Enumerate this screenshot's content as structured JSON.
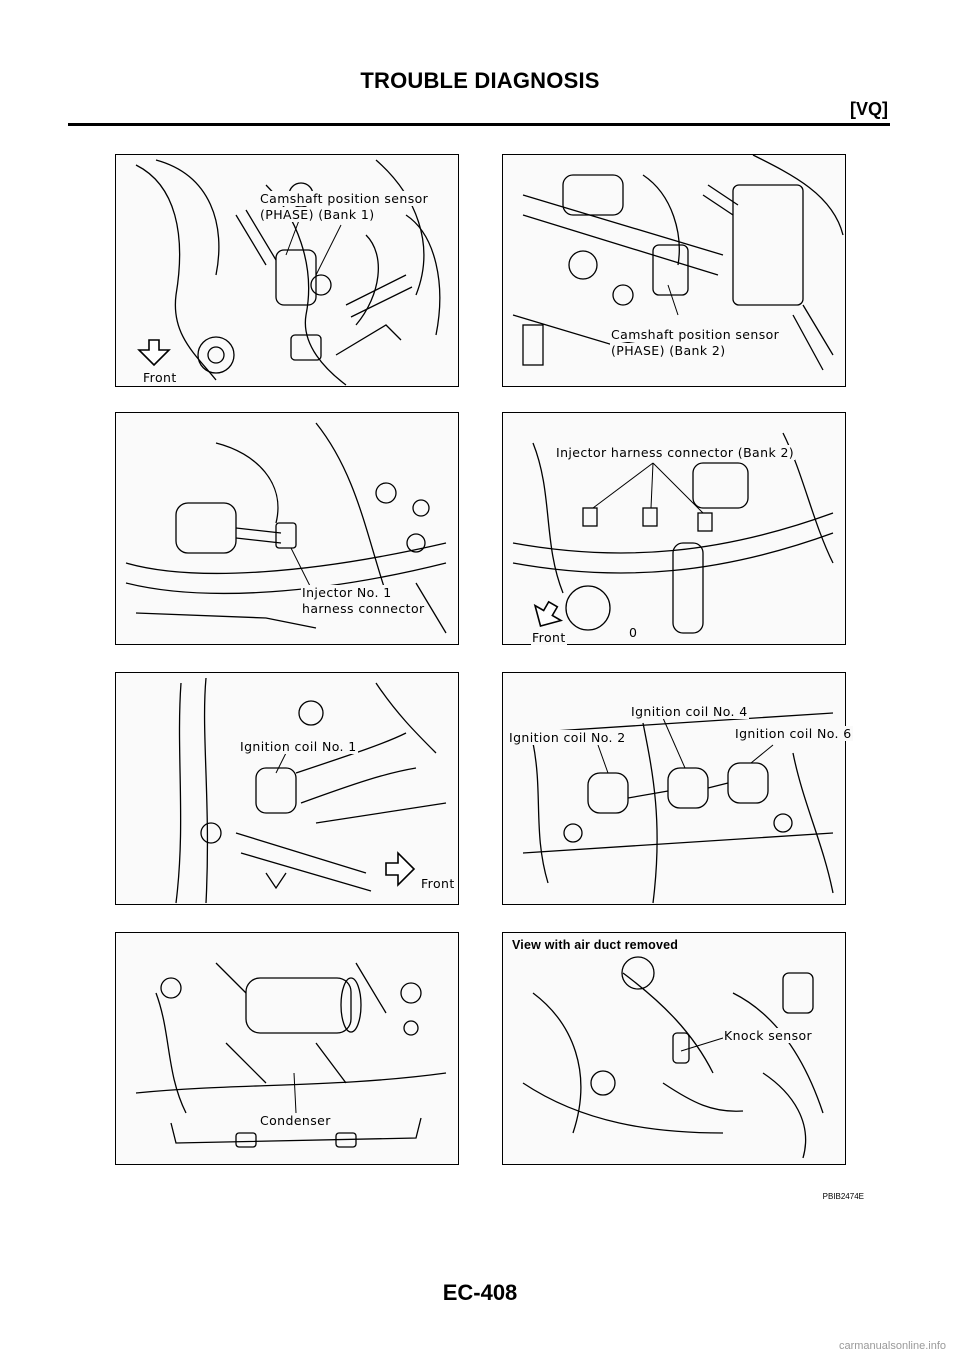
{
  "header": {
    "title": "TROUBLE DIAGNOSIS",
    "section": "[VQ]"
  },
  "panels": {
    "cmp_bank1": {
      "label_line1": "Camshaft position sensor",
      "label_line2": "(PHASE) (Bank 1)",
      "front": "Front"
    },
    "cmp_bank2": {
      "label_line1": "Camshaft position sensor",
      "label_line2": "(PHASE) (Bank 2)"
    },
    "injector1": {
      "label_line1": "Injector No. 1",
      "label_line2": "harness connector"
    },
    "injector_bank2": {
      "label": "Injector harness connector (Bank 2)",
      "front": "Front",
      "mark": "0"
    },
    "coil1": {
      "label": "Ignition coil No. 1",
      "front": "Front"
    },
    "coils_246": {
      "coil2": "Ignition coil No. 2",
      "coil4": "Ignition coil No. 4",
      "coil6": "Ignition coil No. 6"
    },
    "condenser": {
      "label": "Condenser"
    },
    "knock": {
      "title": "View with air duct removed",
      "label": "Knock sensor"
    }
  },
  "figure_code": "PBIB2474E",
  "footer": {
    "page_number": "EC-408",
    "watermark": "carmanualsonline.info"
  }
}
